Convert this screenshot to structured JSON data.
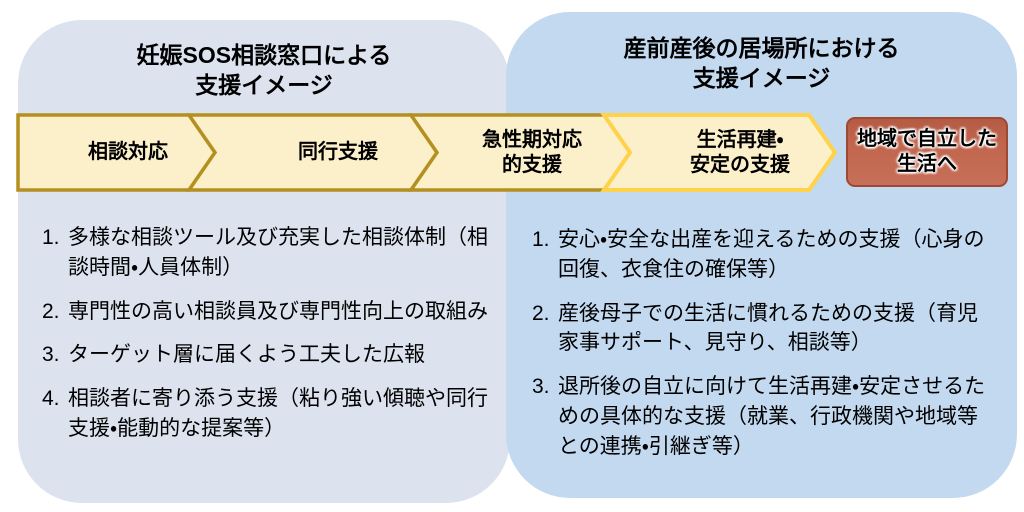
{
  "panels": {
    "left": {
      "title_line1": "妊娠SOS相談窓口による",
      "title_line2": "支援イメージ",
      "items": [
        {
          "num": "1.",
          "text": "多様な相談ツール及び充実した相談体制（相談時間・人員体制）"
        },
        {
          "num": "2.",
          "text": "専門性の高い相談員及び専門性向上の取組み"
        },
        {
          "num": "3.",
          "text": "ターゲット層に届くよう工夫した広報"
        },
        {
          "num": "4.",
          "text": "相談者に寄り添う支援（粘り強い傾聴や同行支援・能動的な提案等）"
        }
      ]
    },
    "right": {
      "title_line1": "産前産後の居場所における",
      "title_line2": "支援イメージ",
      "items": [
        {
          "num": "1.",
          "text": "安心・安全な出産を迎えるための支援（心身の回復、衣食住の確保等）"
        },
        {
          "num": "2.",
          "text": "産後母子での生活に慣れるための支援（育児家事サポート、見守り、相談等）"
        },
        {
          "num": "3.",
          "text": "退所後の自立に向けて生活再建・安定させるための具体的な支援（就業、行政機関や地域等との連携・引継ぎ等）"
        }
      ]
    }
  },
  "flow": {
    "steps": [
      {
        "label": "相談対応"
      },
      {
        "label": "同行支援"
      },
      {
        "label_line1": "急性期対応",
        "label_line2": "的支援"
      },
      {
        "label_line1": "生活再建・",
        "label_line2": "安定の支援"
      }
    ],
    "goal": {
      "line1": "地域で自立した",
      "line2": "生活へ"
    }
  },
  "colors": {
    "panel_left_bg": "#DCE3EF",
    "panel_right_bg": "#C3D9F0",
    "chevron_fill": "#FBF0CA",
    "chevron_border_dark": "#B3901F",
    "chevron_border_light": "#FFD24C",
    "goal_bg": "#C2664E",
    "goal_border": "#9E4A33",
    "text": "#000000"
  }
}
